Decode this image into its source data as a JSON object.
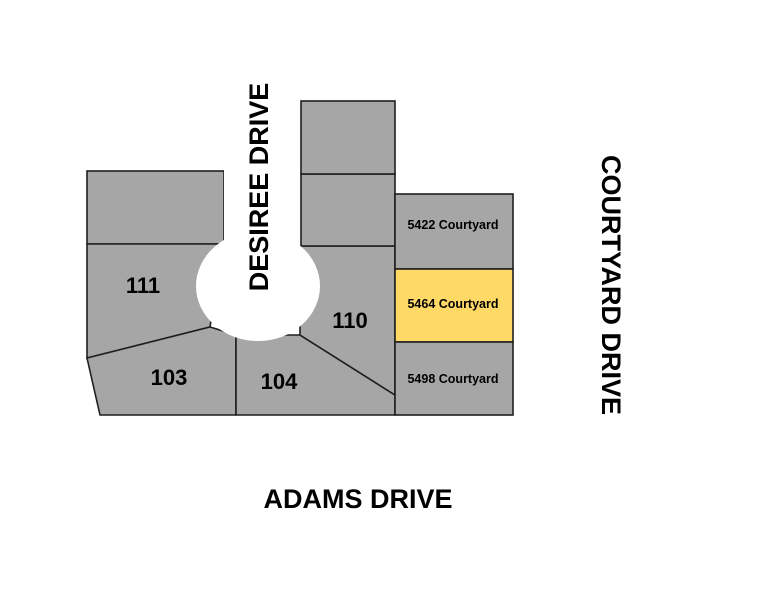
{
  "streets": {
    "desiree": "DESIREE DRIVE",
    "courtyard": "COURTYARD DRIVE",
    "adams": "ADAMS DRIVE"
  },
  "lots": {
    "lot_111": "111",
    "lot_103": "103",
    "lot_104": "104",
    "lot_110": "110",
    "addr_5422": "5422 Courtyard",
    "addr_5464": "5464 Courtyard",
    "addr_5498": "5498 Courtyard"
  },
  "colors": {
    "lot_fill": "#a6a6a6",
    "selected_fill": "#ffd966",
    "outline": "#1f1f1f"
  }
}
